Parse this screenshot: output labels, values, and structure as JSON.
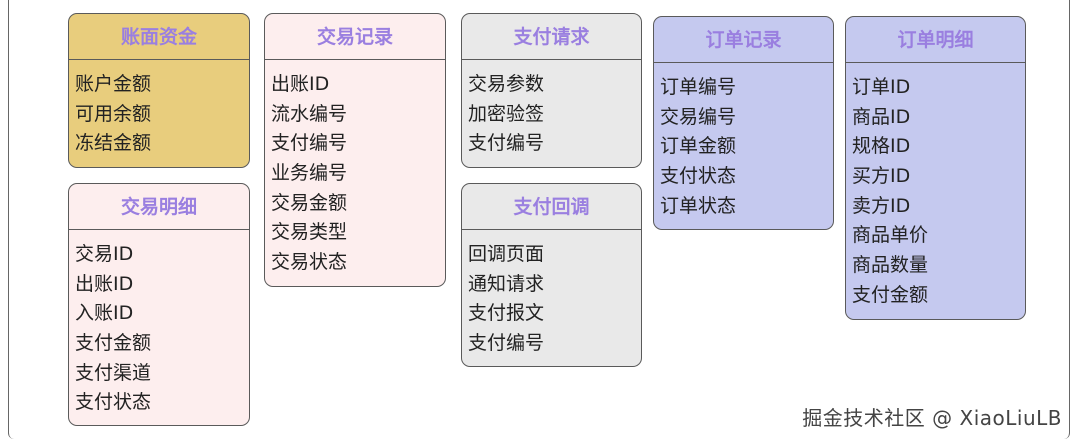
{
  "cards": {
    "account_funds": {
      "title": "账面资金",
      "fields": [
        "账户金额",
        "可用余额",
        "冻结金额"
      ]
    },
    "trade_record": {
      "title": "交易记录",
      "fields": [
        "出账ID",
        "流水编号",
        "支付编号",
        "业务编号",
        "交易金额",
        "交易类型",
        "交易状态"
      ]
    },
    "pay_request": {
      "title": "支付请求",
      "fields": [
        "交易参数",
        "加密验签",
        "支付编号"
      ]
    },
    "order_record": {
      "title": "订单记录",
      "fields": [
        "订单编号",
        "交易编号",
        "订单金额",
        "支付状态",
        "订单状态"
      ]
    },
    "order_detail": {
      "title": "订单明细",
      "fields": [
        "订单ID",
        "商品ID",
        "规格ID",
        "买方ID",
        "卖方ID",
        "商品单价",
        "商品数量",
        "支付金额"
      ]
    },
    "trade_detail": {
      "title": "交易明细",
      "fields": [
        "交易ID",
        "出账ID",
        "入账ID",
        "支付金额",
        "支付渠道",
        "支付状态"
      ]
    },
    "pay_callback": {
      "title": "支付回调",
      "fields": [
        "回调页面",
        "通知请求",
        "支付报文",
        "支付编号"
      ]
    }
  },
  "watermark": "掘金技术社区 @ XiaoLiuLB",
  "colors": {
    "gold": "#e8cd7d",
    "pink": "#fdeeee",
    "gray": "#e9e9e9",
    "blue": "#c5c9ef",
    "title": "#9a7fe0"
  }
}
